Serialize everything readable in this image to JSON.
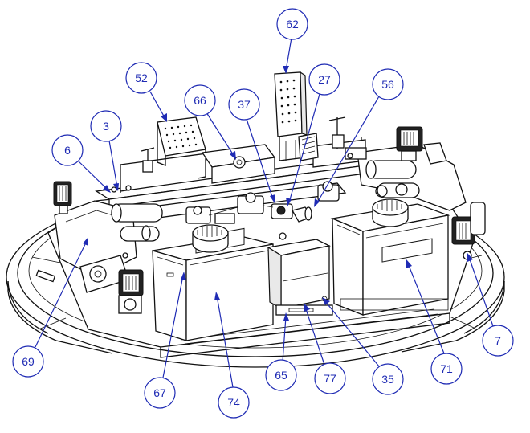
{
  "diagram": {
    "callouts": [
      {
        "id": "c62",
        "label": "62"
      },
      {
        "id": "c52",
        "label": "52"
      },
      {
        "id": "c27",
        "label": "27"
      },
      {
        "id": "c66",
        "label": "66"
      },
      {
        "id": "c37",
        "label": "37"
      },
      {
        "id": "c56",
        "label": "56"
      },
      {
        "id": "c3",
        "label": "3"
      },
      {
        "id": "c6",
        "label": "6"
      },
      {
        "id": "c7",
        "label": "7"
      },
      {
        "id": "c69",
        "label": "69"
      },
      {
        "id": "c67",
        "label": "67"
      },
      {
        "id": "c74",
        "label": "74"
      },
      {
        "id": "c65",
        "label": "65"
      },
      {
        "id": "c77",
        "label": "77"
      },
      {
        "id": "c35",
        "label": "35"
      },
      {
        "id": "c71",
        "label": "71"
      }
    ]
  },
  "colors": {
    "callout_blue": "#1f2bb4",
    "line_black": "#111111",
    "background": "#ffffff"
  }
}
